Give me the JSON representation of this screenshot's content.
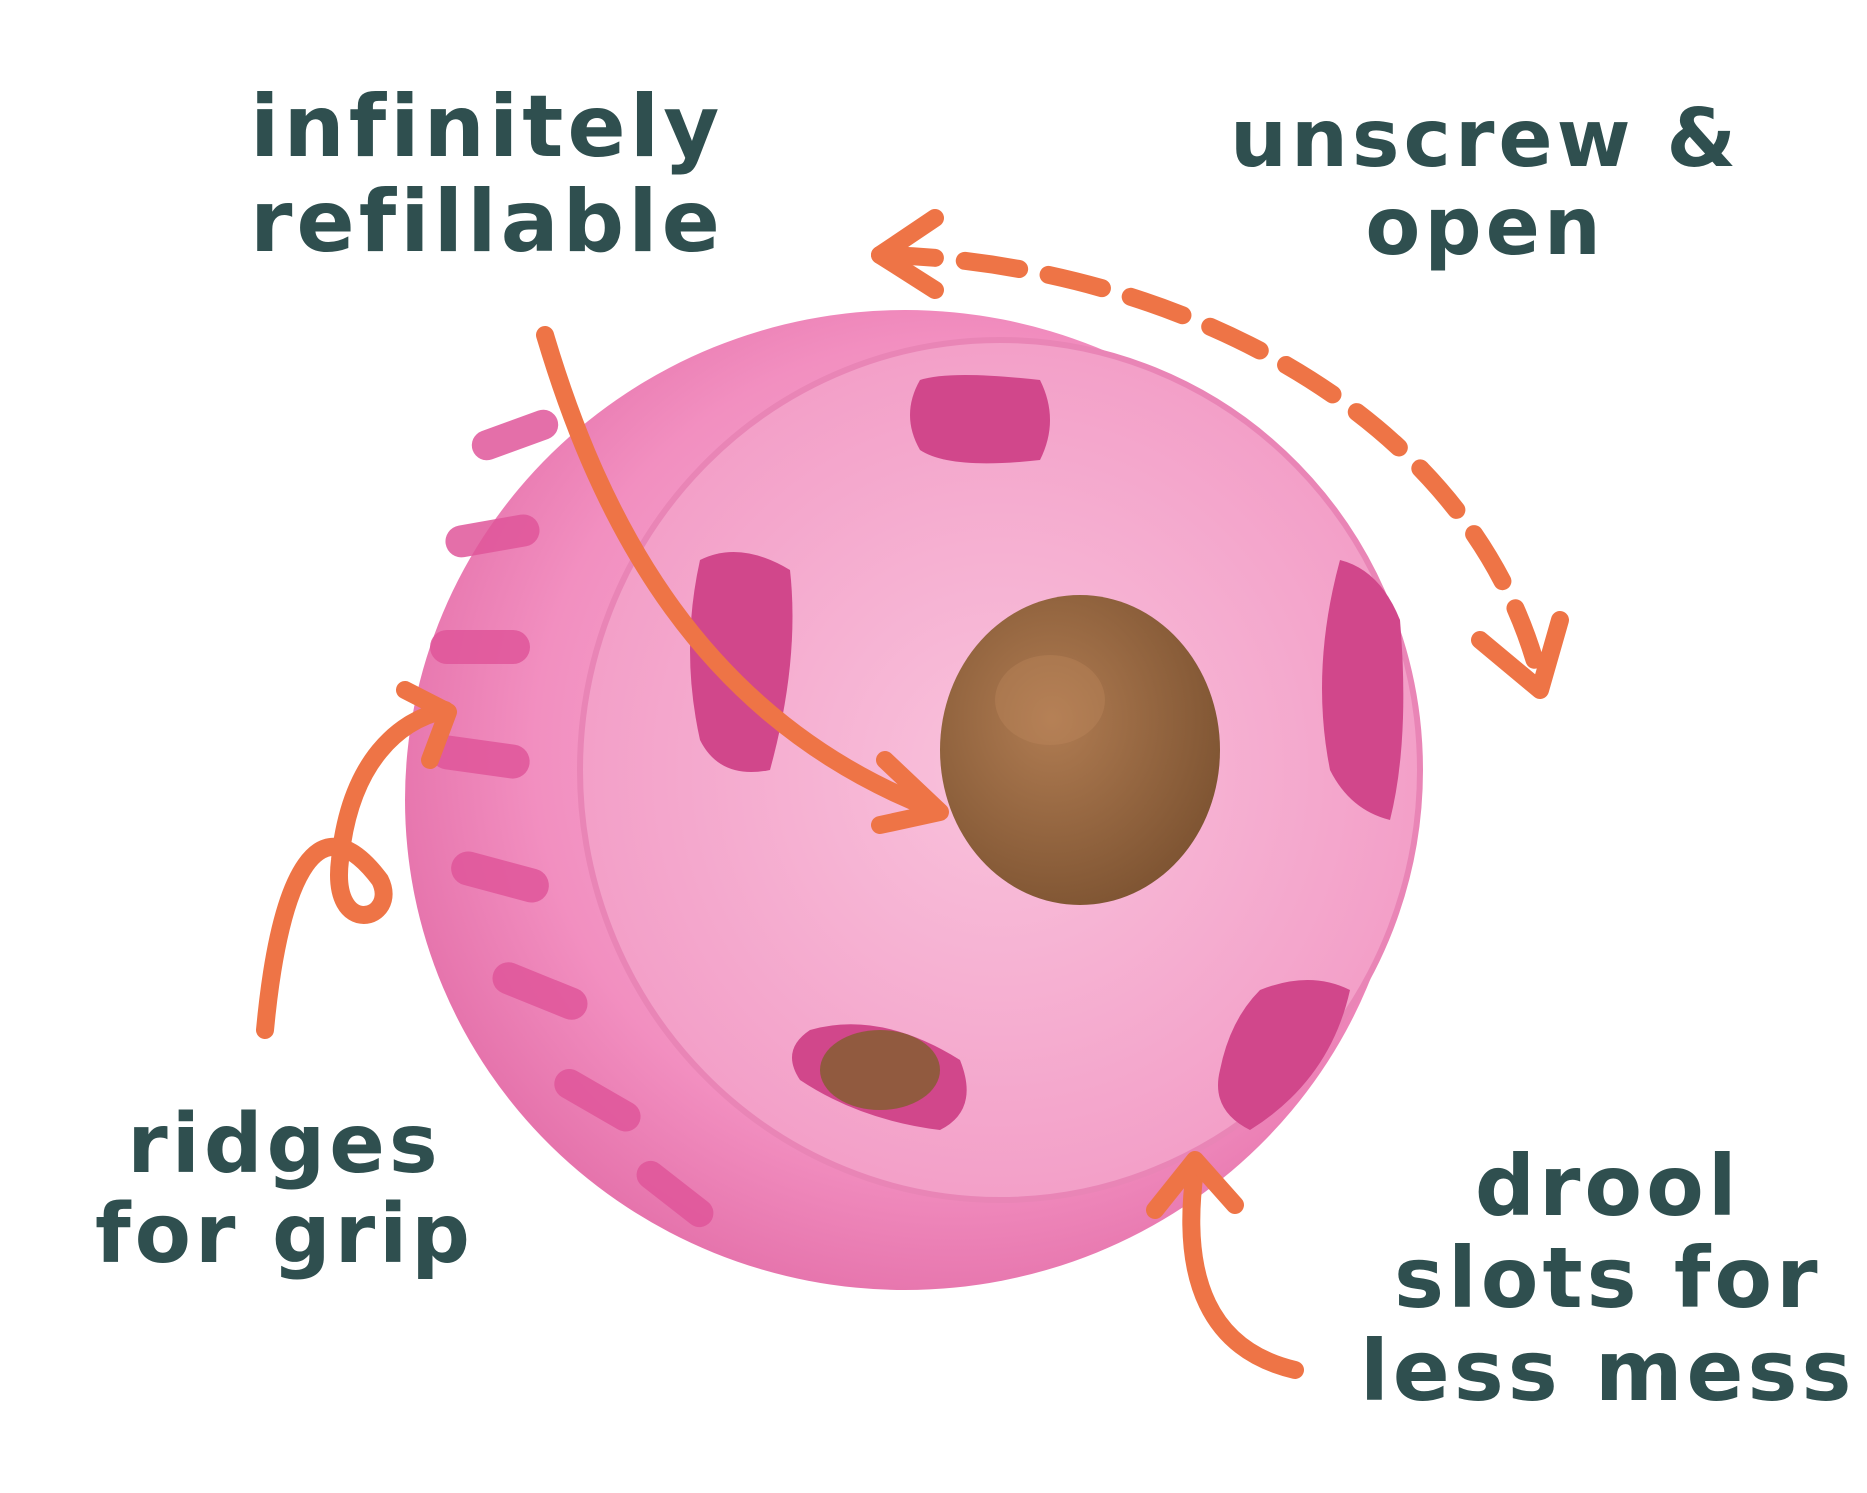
{
  "colors": {
    "background": "#ffffff",
    "text": "#2f4f4f",
    "arrow": "#ee7446",
    "toy_pink": "#f28fc0",
    "toy_pink_dark": "#e0559a",
    "treat_brown": "#9a6a44"
  },
  "annotations": {
    "refillable": "infinitely\nrefillable",
    "unscrew": "unscrew &\nopen",
    "ridges": "ridges\nfor grip",
    "drool": "drool\nslots for\nless mess"
  }
}
